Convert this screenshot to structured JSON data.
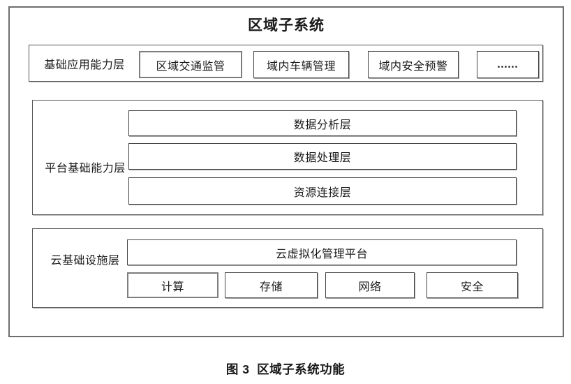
{
  "title": "区域子系统",
  "caption": "图 3  区域子系统功能",
  "colors": {
    "ink": "#1a1a1a",
    "frame_gray": "#6e6e6e",
    "box_stroke": "#434343"
  },
  "layers": {
    "application": {
      "label": "基础应用能力层",
      "boxes": [
        "区域交通监管",
        "域内车辆管理",
        "域内安全预警",
        "......"
      ]
    },
    "platform": {
      "label": "平台基础能力层",
      "boxes": [
        "数据分析层",
        "数据处理层",
        "资源连接层"
      ]
    },
    "cloud": {
      "label": "云基础设施层",
      "management_platform": "云虚拟化管理平台",
      "boxes": [
        "计算",
        "存储",
        "网络",
        "安全"
      ]
    }
  }
}
